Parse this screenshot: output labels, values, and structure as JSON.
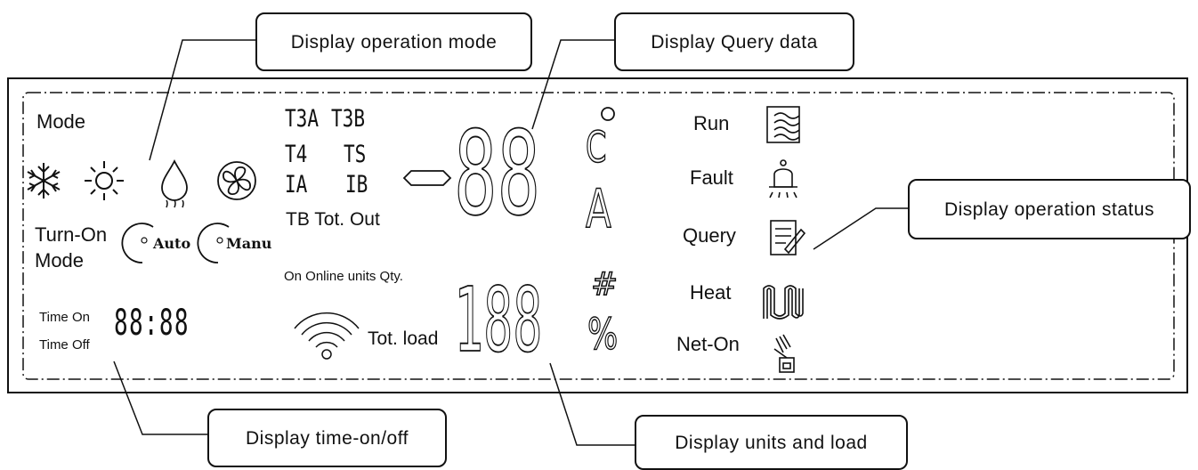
{
  "callouts": {
    "operation_mode": "Display operation mode",
    "query_data": "Display Query data",
    "operation_status": "Display operation status",
    "time_onoff": "Display time-on/off",
    "units_load": "Display units and load"
  },
  "panel": {
    "mode_label": "Mode",
    "turn_on": "Turn-On",
    "turn_on_mode": "Mode",
    "auto_label": "Auto",
    "manu_label": "Manu",
    "time_on": "Time On",
    "time_off": "Time Off",
    "t3a": "T3A",
    "t3b": "T3B",
    "t4": "T4",
    "ts": "TS",
    "ia": "IA",
    "ib": "IB",
    "tb_row": "TB Tot. Out",
    "online_units": "On Online units Qty.",
    "tot_load": "Tot. load",
    "celsius_c": "C",
    "amp_a": "A",
    "hash": "#",
    "percent": "%",
    "time_digits": "88:88",
    "query_digits": "88",
    "units_digits": "188"
  },
  "status": {
    "run": "Run",
    "fault": "Fault",
    "query": "Query",
    "heat": "Heat",
    "net_on": "Net-On"
  },
  "icons": {
    "mode_icons": [
      "snowflake-icon",
      "sun-icon",
      "water-drop-icon",
      "fan-icon"
    ],
    "status_icons": [
      "run-icon",
      "fault-bell-icon",
      "query-notepad-icon",
      "heat-coil-icon",
      "net-on-hand-icon"
    ],
    "other": [
      "wifi-signal-icon"
    ]
  }
}
